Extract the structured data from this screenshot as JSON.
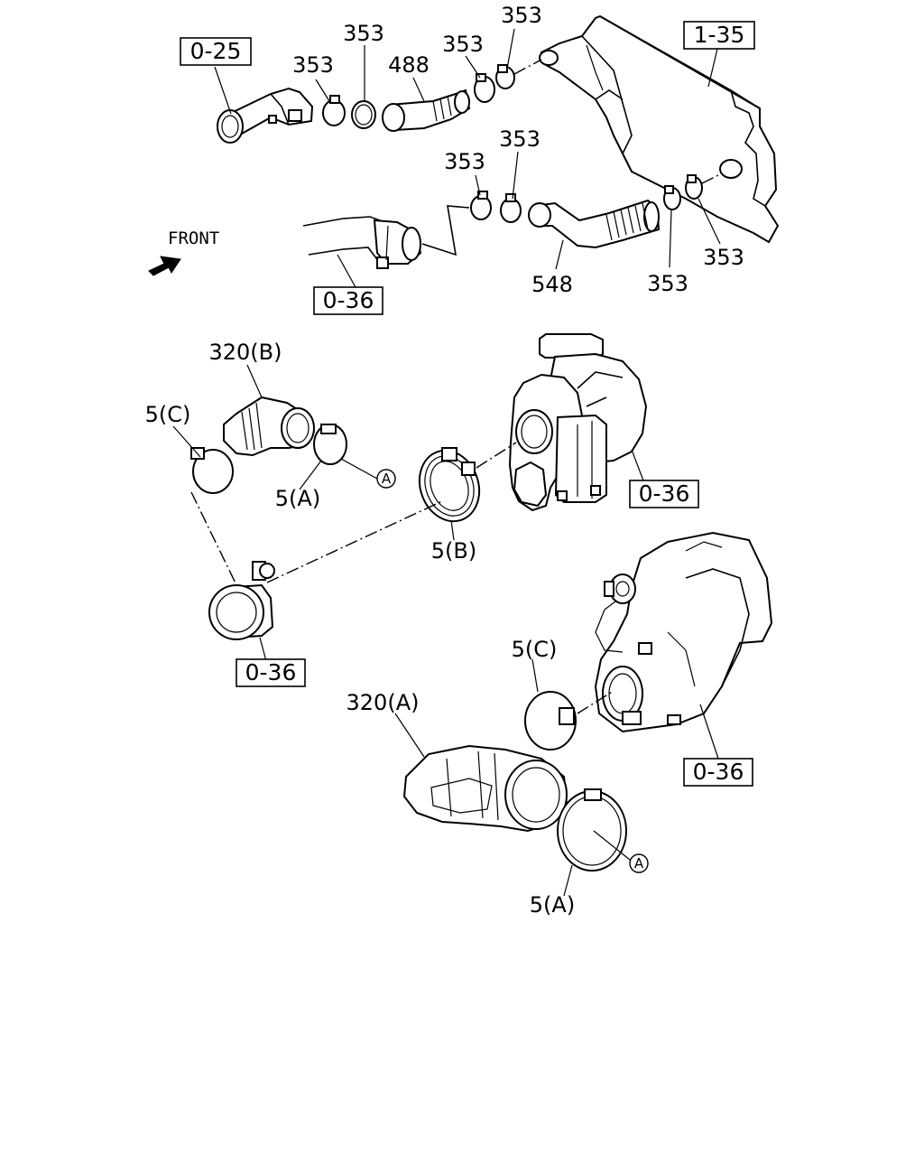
{
  "labels": {
    "ref_0_25": "0-25",
    "ref_1_35": "1-35",
    "ref_0_36_top": "0-36",
    "ref_0_36_turbo_upper": "0-36",
    "ref_0_36_elbow": "0-36",
    "ref_0_36_turbo_lower": "0-36",
    "clamp_353_a": "353",
    "clamp_353_b": "353",
    "clamp_353_c": "353",
    "clamp_353_d": "353",
    "clamp_353_e": "353",
    "clamp_353_f": "353",
    "clamp_353_g": "353",
    "clamp_353_h": "353",
    "hose_488": "488",
    "hose_548": "548",
    "front": "FRONT",
    "hose_320b": "320(B)",
    "hose_320a": "320(A)",
    "clamp_5c_upper": "5(C)",
    "clamp_5c_lower": "5(C)",
    "clamp_5a_upper": "5(A)",
    "clamp_5a_lower": "5(A)",
    "clamp_5b": "5(B)",
    "marker_a_upper": "A",
    "marker_a_lower": "A"
  }
}
